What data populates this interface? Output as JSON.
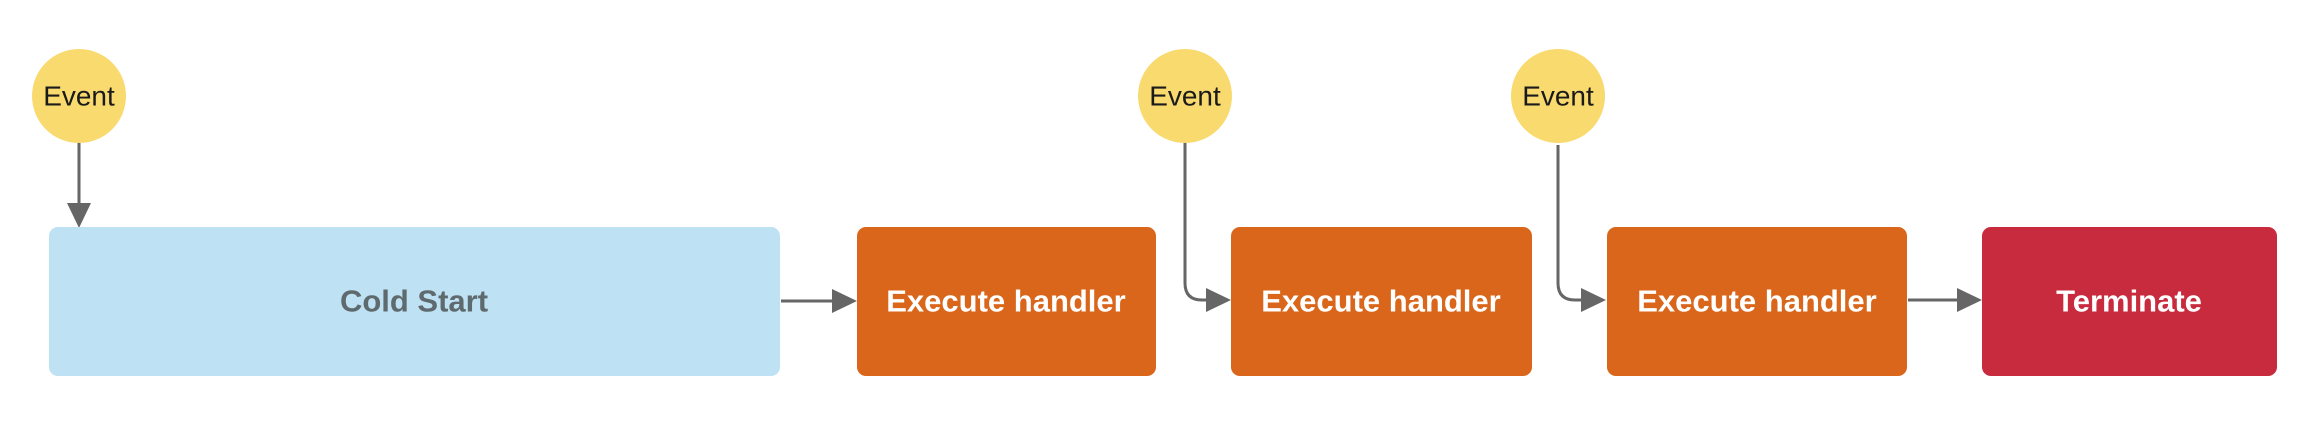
{
  "diagram": {
    "events": [
      {
        "label": "Event"
      },
      {
        "label": "Event"
      },
      {
        "label": "Event"
      }
    ],
    "nodes": [
      {
        "id": "cold-start",
        "label": "Cold Start"
      },
      {
        "id": "execute-handler-1",
        "label": "Execute handler"
      },
      {
        "id": "execute-handler-2",
        "label": "Execute handler"
      },
      {
        "id": "execute-handler-3",
        "label": "Execute handler"
      },
      {
        "id": "terminate",
        "label": "Terminate"
      }
    ]
  },
  "colors": {
    "background": "#FFFFFF",
    "event_fill": "#F9DA6E",
    "event_text": "#1A1A1A",
    "cold_start_fill": "#BEE2F3",
    "cold_start_text": "#5F6A6E",
    "handler_fill": "#D9661A",
    "terminate_fill": "#C72B3D",
    "node_text": "#FFFFFF",
    "arrow": "#666666"
  }
}
